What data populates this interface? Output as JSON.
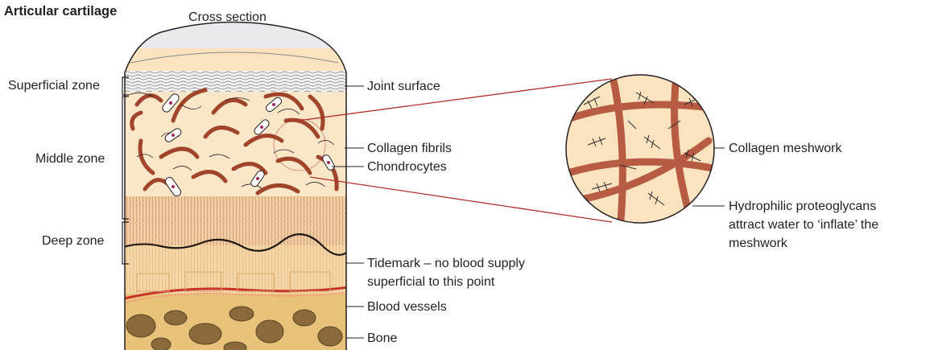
{
  "title": "Articular cartilage",
  "cross_section_label": "Cross section",
  "zones": {
    "superficial": "Superficial zone",
    "middle": "Middle zone",
    "deep": "Deep zone"
  },
  "structures": {
    "joint_surface": "Joint surface",
    "collagen_fibrils": "Collagen fibrils",
    "chondrocytes": "Chondrocytes",
    "tidemark_line1": "Tidemark – no blood supply",
    "tidemark_line2": "superficial to this point",
    "blood_vessels": "Blood vessels",
    "bone": "Bone"
  },
  "inset": {
    "collagen_meshwork": "Collagen meshwork",
    "proteoglycans_line1": "Hydrophilic proteoglycans",
    "proteoglycans_line2": "attract water to ‘inflate’ the",
    "proteoglycans_line3": "meshwork"
  },
  "colors": {
    "cartilage": "#fbe3c0",
    "collagen": "#a0442b",
    "bone": "#e8c27a",
    "bone_cavity": "#8a6a3a",
    "blood_vessel": "#c8322a",
    "leader_red": "#b0302b"
  }
}
